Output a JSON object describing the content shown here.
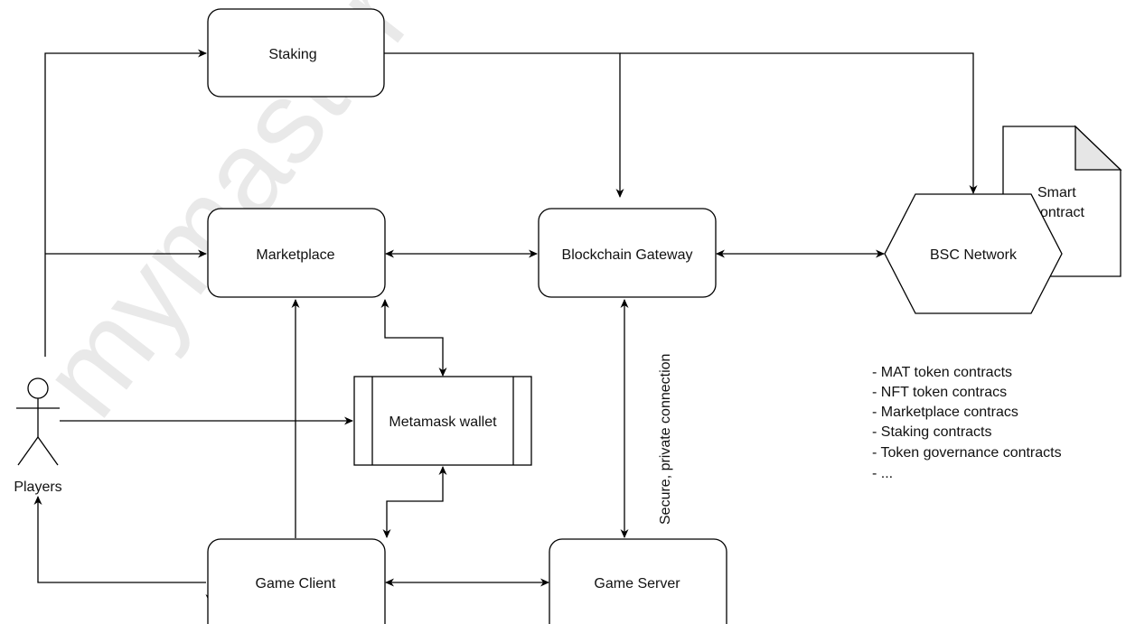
{
  "watermark": "mymaster",
  "nodes": {
    "staking": "Staking",
    "marketplace": "Marketplace",
    "blockchain_gateway": "Blockchain Gateway",
    "bsc_network": "BSC Network",
    "smart_contract_line1": "Smart",
    "smart_contract_line2": "ontract",
    "metamask_wallet": "Metamask wallet",
    "players": "Players",
    "game_client": "Game Client",
    "game_server": "Game Server"
  },
  "edge_labels": {
    "secure_connection": "Secure, private connection"
  },
  "contracts_note": [
    "- MAT token contracts",
    "- NFT token contracs",
    "- Marketplace contracs",
    "- Staking contracts",
    "- Token governance contracts",
    "- ..."
  ]
}
